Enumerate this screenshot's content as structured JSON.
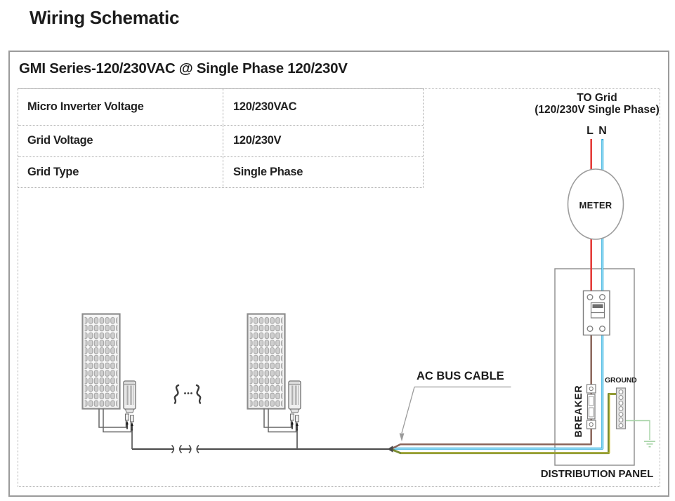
{
  "page": {
    "title": "Wiring Schematic"
  },
  "panel_box": {
    "title": "GMI Series-120/230VAC @ Single Phase 120/230V"
  },
  "spec_table": {
    "rows": [
      {
        "label": "Micro Inverter Voltage",
        "value": "120/230VAC"
      },
      {
        "label": "Grid Voltage",
        "value": "120/230V"
      },
      {
        "label": "Grid Type",
        "value": "Single Phase"
      }
    ]
  },
  "diagram": {
    "grid_label_line1": "TO Grid",
    "grid_label_line2": "(120/230V Single Phase)",
    "line_label": "L",
    "neutral_label": "N",
    "meter_label": "METER",
    "ac_bus_label": "AC BUS CABLE",
    "breaker_label": "BREAKER",
    "ground_label": "GROUND",
    "distribution_panel_label": "DISTRIBUTION PANEL"
  },
  "colors": {
    "wire_live_red": "#e43d3a",
    "wire_neutral_blue": "#31aede",
    "wire_neutral_core": "#a8e3f7",
    "wire_line_brown": "#8a655a",
    "wire_ground_green": "#7a8c33",
    "wire_ground_core": "#d8ca39",
    "earth_light_green": "#a6d3a6",
    "cable_dark": "#4a4a4a"
  }
}
